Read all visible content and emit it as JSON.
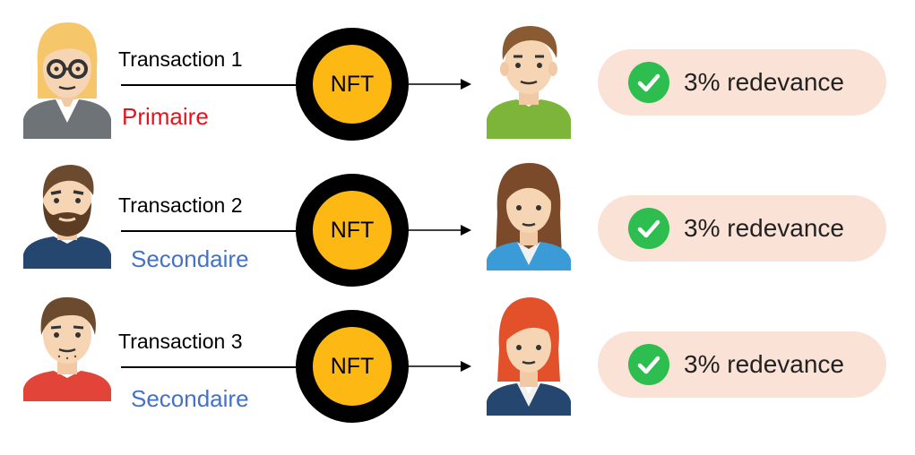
{
  "colors": {
    "primary_label": "#E8121A",
    "secondary_label": "#4472C4",
    "nft_ring": "#000000",
    "nft_fill": "#FDB813",
    "badge_bg": "#FAE3D6",
    "check_green": "#2DBE4F"
  },
  "rows": [
    {
      "transaction_label": "Transaction 1",
      "type_label": "Primaire",
      "type_color": "#E8121A",
      "token_label": "NFT",
      "royalty_label": "3% redevance",
      "sender_icon": "woman-with-glasses-avatar-icon",
      "receiver_icon": "man-green-shirt-avatar-icon"
    },
    {
      "transaction_label": "Transaction 2",
      "type_label": "Secondaire",
      "type_color": "#4472C4",
      "token_label": "NFT",
      "royalty_label": "3% redevance",
      "sender_icon": "bearded-man-avatar-icon",
      "receiver_icon": "woman-long-hair-avatar-icon"
    },
    {
      "transaction_label": "Transaction 3",
      "type_label": "Secondaire",
      "type_color": "#4472C4",
      "token_label": "NFT",
      "royalty_label": "3% redevance",
      "sender_icon": "man-red-shirt-avatar-icon",
      "receiver_icon": "red-haired-woman-avatar-icon"
    }
  ]
}
